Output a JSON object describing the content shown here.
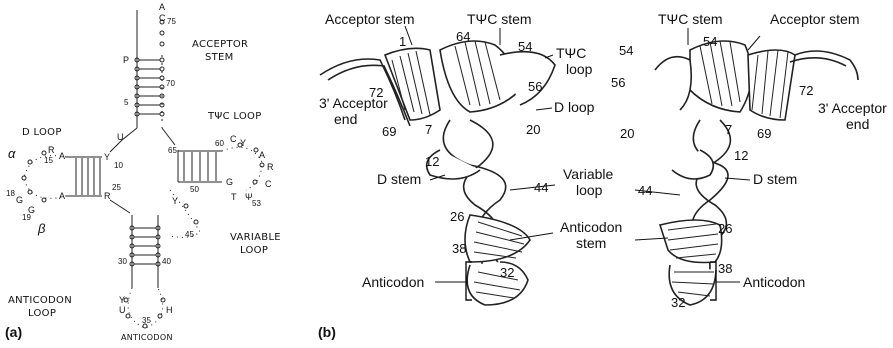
{
  "panel_a": {
    "tag": "(a)",
    "acceptor_stem": [
      "ACCEPTOR",
      "STEM"
    ],
    "tpsic_loop": "TΨC LOOP",
    "d_loop": "D LOOP",
    "alpha": "α",
    "beta": "β",
    "variable_loop": [
      "VARIABLE",
      "LOOP"
    ],
    "anticodon_loop": [
      "ANTICODON",
      "LOOP"
    ],
    "anticodon": "ANTICODON",
    "nucleotides": {
      "a": "A",
      "c75": "C",
      "n75": "75",
      "p": "P",
      "n70": "70",
      "n5": "5",
      "u": "U",
      "r_d": "R",
      "a_d1": "A",
      "y_d": "Y",
      "a_d2": "A",
      "r_d2": "R",
      "n15": "15",
      "n10": "10",
      "n25": "25",
      "g18": "G",
      "g19": "G",
      "n18": "18",
      "n19": "19",
      "n65": "65",
      "n60": "60",
      "n50": "50",
      "n53": "53",
      "c_t": "C",
      "y_t": "Y",
      "a_t": "A",
      "r_t": "R",
      "c_t2": "C",
      "g_t": "G",
      "t_t": "T",
      "psi_t": "Ψ",
      "y_v": "Y",
      "n45": "45",
      "n30": "30",
      "n40": "40",
      "n35": "35",
      "y_ac": "Y",
      "u_ac": "U",
      "h_ac": "H"
    }
  },
  "panel_b": {
    "tag": "(b)",
    "left": {
      "acceptor_stem": "Acceptor stem",
      "tpsic_stem": "TΨC stem",
      "tpsic_loop": [
        "TΨC",
        "loop"
      ],
      "acceptor_end": [
        "3' Acceptor",
        "end"
      ],
      "d_loop": "D loop",
      "d_stem": "D stem",
      "variable_loop": [
        "Variable",
        "loop"
      ],
      "anticodon_stem": [
        "Anticodon",
        "stem"
      ],
      "anticodon": "Anticodon",
      "nums": [
        "1",
        "64",
        "54",
        "56",
        "72",
        "69",
        "7",
        "20",
        "12",
        "44",
        "26",
        "38",
        "32"
      ]
    },
    "right": {
      "tpsic_stem": "TΨC stem",
      "acceptor_stem": "Acceptor stem",
      "acceptor_end": [
        "3' Acceptor",
        "end"
      ],
      "d_stem": "D stem",
      "anticodon": "Anticodon",
      "nums": [
        "54",
        "54",
        "56",
        "72",
        "20",
        "7",
        "69",
        "12",
        "44",
        "26",
        "38",
        "32"
      ]
    }
  }
}
